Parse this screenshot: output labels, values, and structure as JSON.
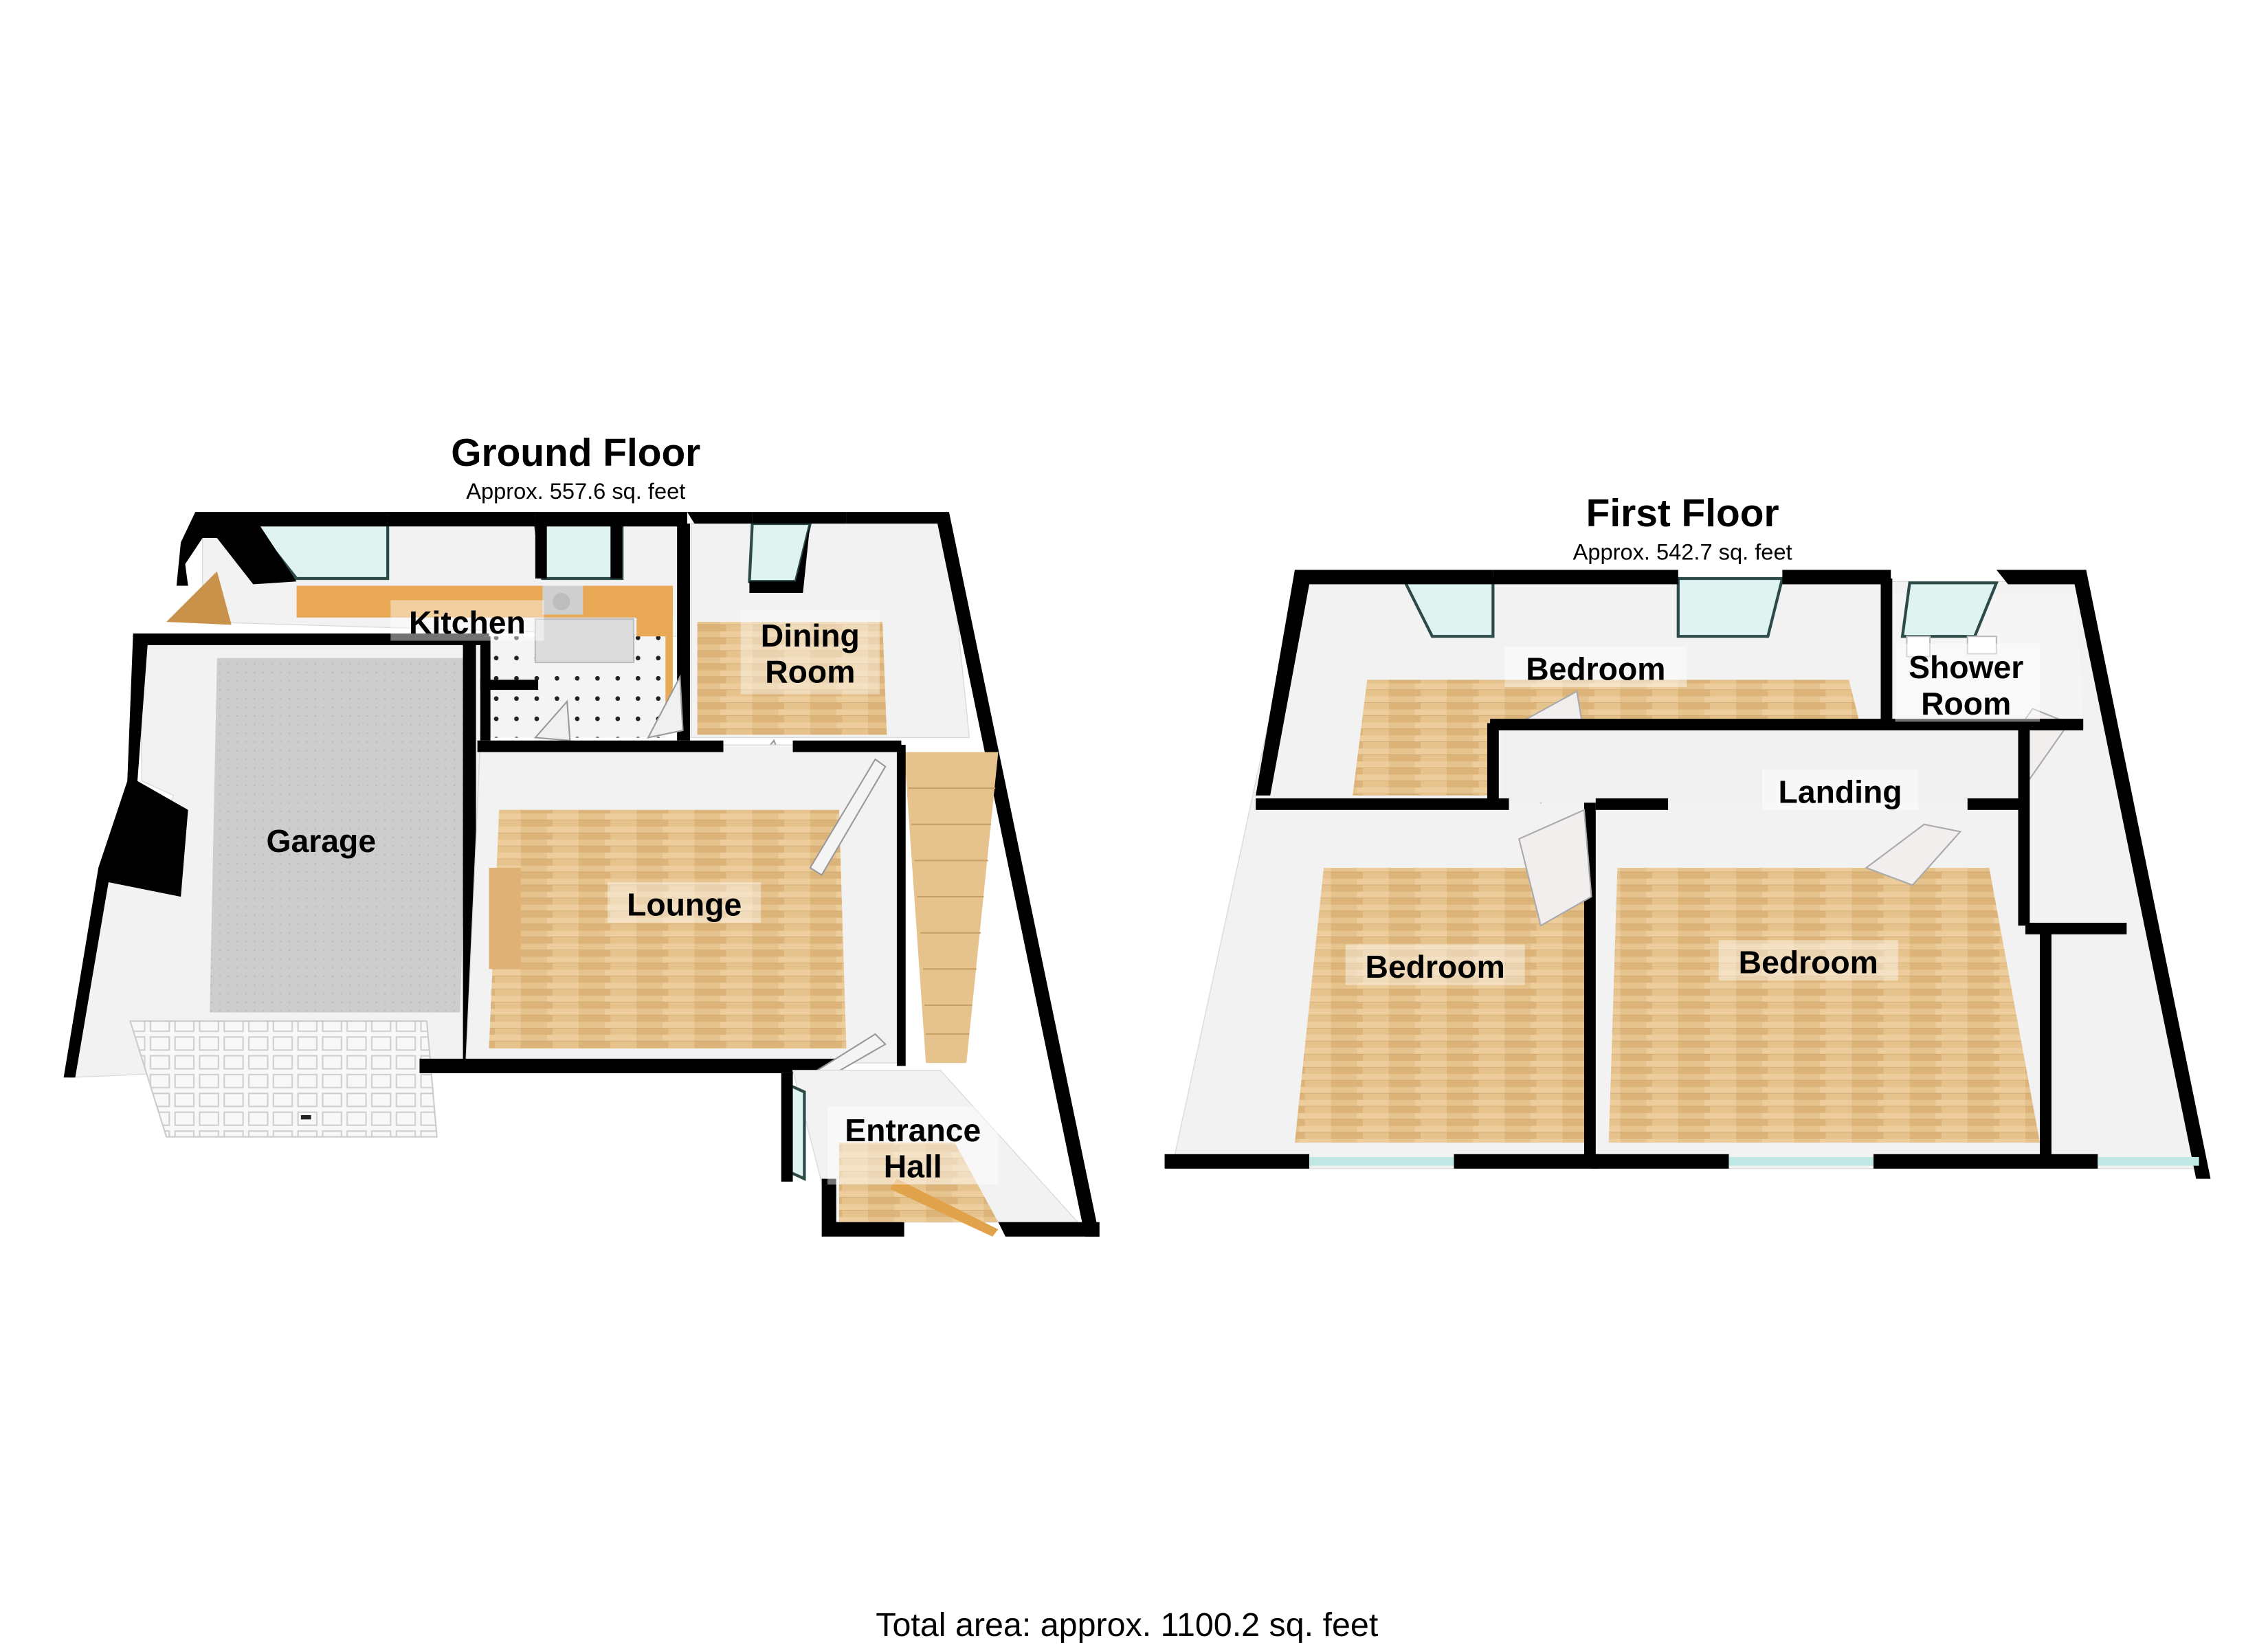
{
  "ground_floor": {
    "title": "Ground Floor",
    "area": "Approx. 557.6 sq. feet",
    "rooms": [
      {
        "name": "Kitchen"
      },
      {
        "name": "Garage"
      },
      {
        "name": "Dining",
        "name2": "Room"
      },
      {
        "name": "Lounge"
      },
      {
        "name": "Entrance",
        "name2": "Hall"
      }
    ]
  },
  "first_floor": {
    "title": "First Floor",
    "area": "Approx. 542.7 sq. feet",
    "rooms": [
      {
        "name": "Bedroom"
      },
      {
        "name": "Shower",
        "name2": "Room"
      },
      {
        "name": "Landing"
      },
      {
        "name": "Bedroom"
      },
      {
        "name": "Bedroom"
      }
    ]
  },
  "total_area": "Total area: approx. 1100.2 sq. feet",
  "colors": {
    "wall": "#000000",
    "wood_floor": "#e3c08a",
    "garage_floor": "#c9c9c9",
    "worktop": "#e8a855",
    "glass": "#dff3f1"
  }
}
